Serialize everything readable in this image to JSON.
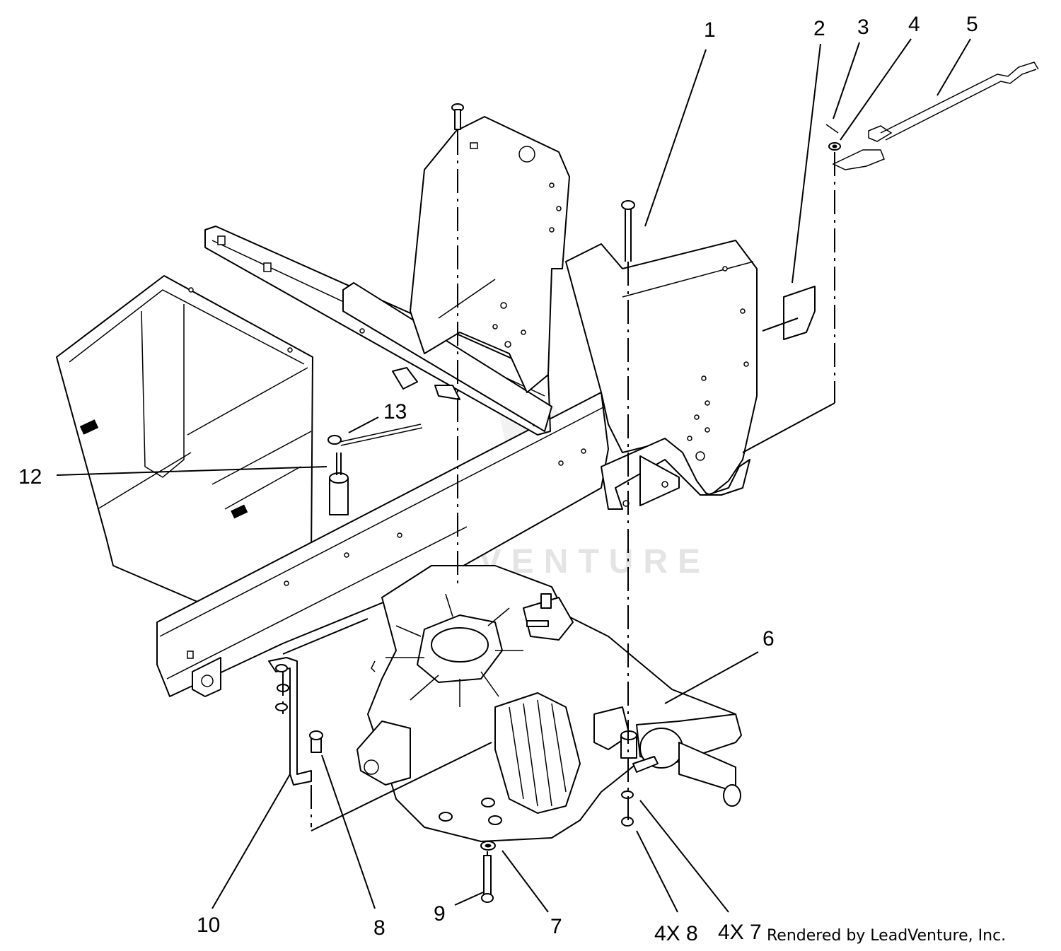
{
  "callouts": [
    {
      "id": "c1",
      "label": "1"
    },
    {
      "id": "c2",
      "label": "2"
    },
    {
      "id": "c3",
      "label": "3"
    },
    {
      "id": "c4",
      "label": "4"
    },
    {
      "id": "c5",
      "label": "5"
    },
    {
      "id": "c6",
      "label": "6"
    },
    {
      "id": "c7",
      "label": "7"
    },
    {
      "id": "c8",
      "label": "8"
    },
    {
      "id": "c9",
      "label": "9"
    },
    {
      "id": "c10",
      "label": "10"
    },
    {
      "id": "c12",
      "label": "12"
    },
    {
      "id": "c13",
      "label": "13"
    },
    {
      "id": "c4x8",
      "label": "4X 8"
    },
    {
      "id": "c4x7",
      "label": "4X 7"
    }
  ],
  "watermark": "LEADVENTURE",
  "credit": "Rendered by LeadVenture, Inc.",
  "colors": {
    "line": "#000000",
    "background": "#ffffff",
    "watermark": "#cfcfcf"
  }
}
